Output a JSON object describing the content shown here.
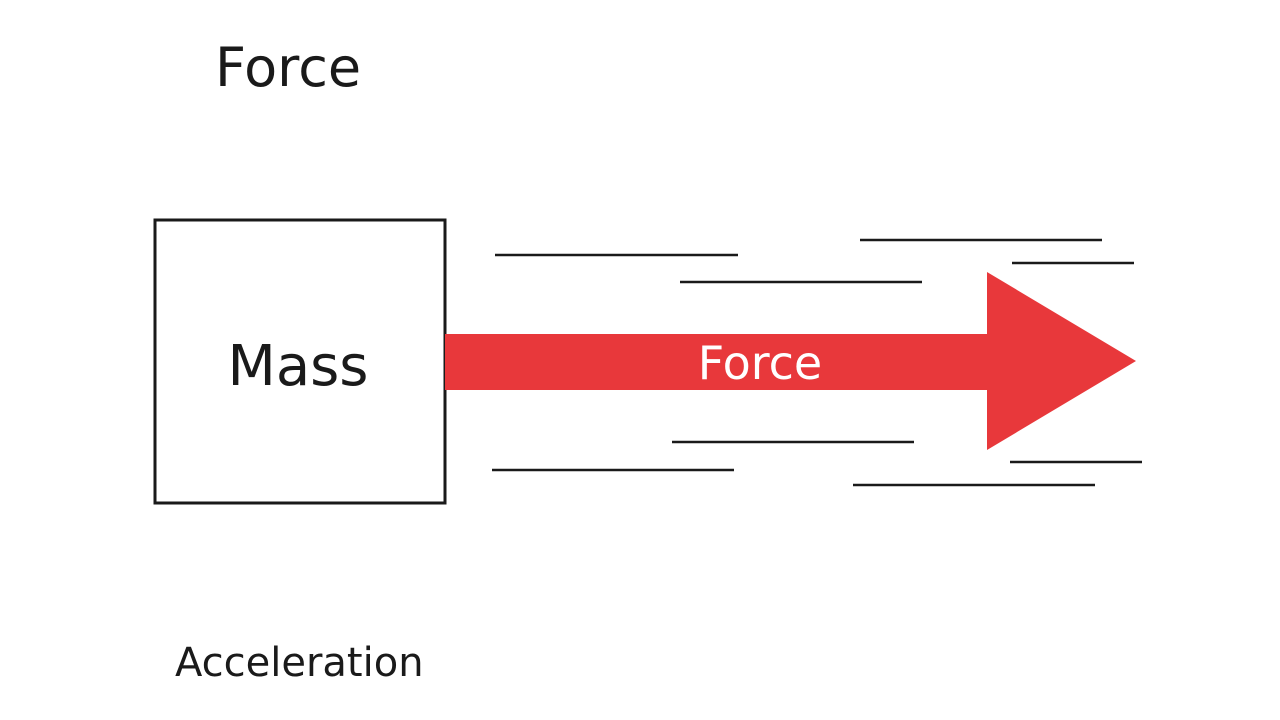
{
  "diagram": {
    "top_label": "Force",
    "box_label": "Mass",
    "arrow_label": "Force",
    "bottom_label": "Acceleration"
  },
  "colors": {
    "arrow": "#e8383b",
    "stroke": "#1a1a1a",
    "text": "#1a1a1a",
    "arrow_text": "#ffffff",
    "background": "#ffffff"
  }
}
